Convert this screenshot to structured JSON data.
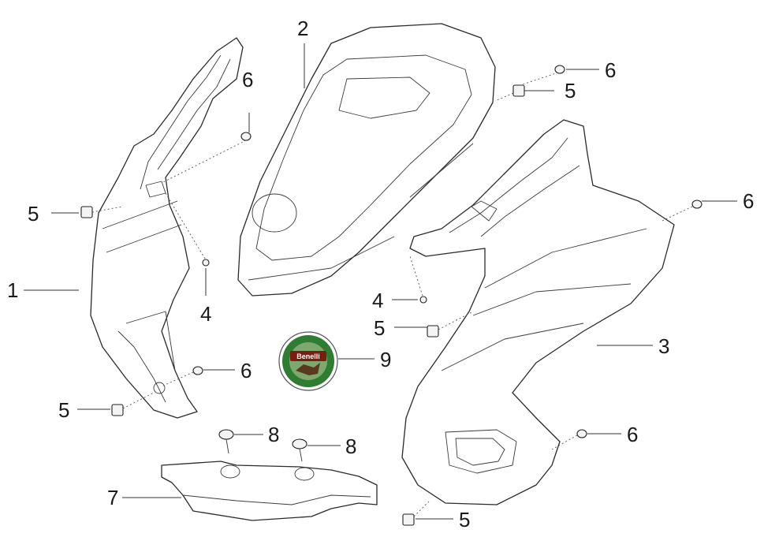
{
  "callouts": {
    "c1": "1",
    "c2": "2",
    "c3": "3",
    "c4a": "4",
    "c4b": "4",
    "c5a": "5",
    "c5b": "5",
    "c5c": "5",
    "c5d": "5",
    "c5e": "5",
    "c6a": "6",
    "c6b": "6",
    "c6c": "6",
    "c6d": "6",
    "c6e": "6",
    "c7": "7",
    "c8a": "8",
    "c8b": "8",
    "c9": "9"
  },
  "logo": {
    "text": "Benelli",
    "ring_color": "#2e7d32",
    "inner_color": "#7fa86f"
  }
}
